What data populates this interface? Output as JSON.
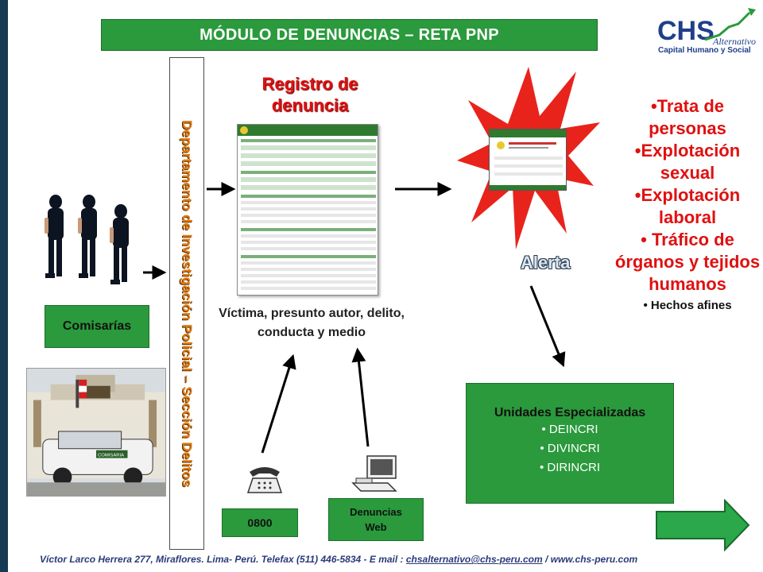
{
  "header": {
    "title": "MÓDULO DE DENUNCIAS – RETA PNP",
    "logo_main": "CHS",
    "logo_script": "Alternativo",
    "logo_sub": "Capital Humano y Social"
  },
  "left": {
    "department_label": "Departamento de Investigación Policial – Sección Delitos",
    "comisarias_label": "Comisarías",
    "station_sign": "COMISARIA"
  },
  "center": {
    "registro_title": "Registro de denuncia",
    "victima_text": "Víctima, presunto autor, delito, conducta y medio",
    "btn_0800": "0800",
    "btn_web": "Denuncias\nWeb"
  },
  "right": {
    "alerta_label": "Alerta",
    "crimes": [
      "•Trata de personas",
      "•Explotación sexual",
      "•Explotación laboral",
      "• Tráfico de órganos y tejidos humanos"
    ],
    "crime_extra": "• Hechos afines",
    "unidades_title": "Unidades Especializadas",
    "units": [
      "• DEINCRI",
      "• DIVINCRI",
      "• DIRINCRI"
    ]
  },
  "footer": {
    "address": "Víctor Larco Herrera 277,  Miraflores.  Lima- Perú.  Telefax  (511)  446-5834   -  E mail : ",
    "email": "chsalternativo@chs-peru.com",
    "web": " / www.chs-peru.com"
  },
  "colors": {
    "green": "#2a9a3c",
    "red": "#e01010",
    "orange": "#e07a12",
    "navy": "#163a52",
    "alert_red": "#e8231c"
  }
}
